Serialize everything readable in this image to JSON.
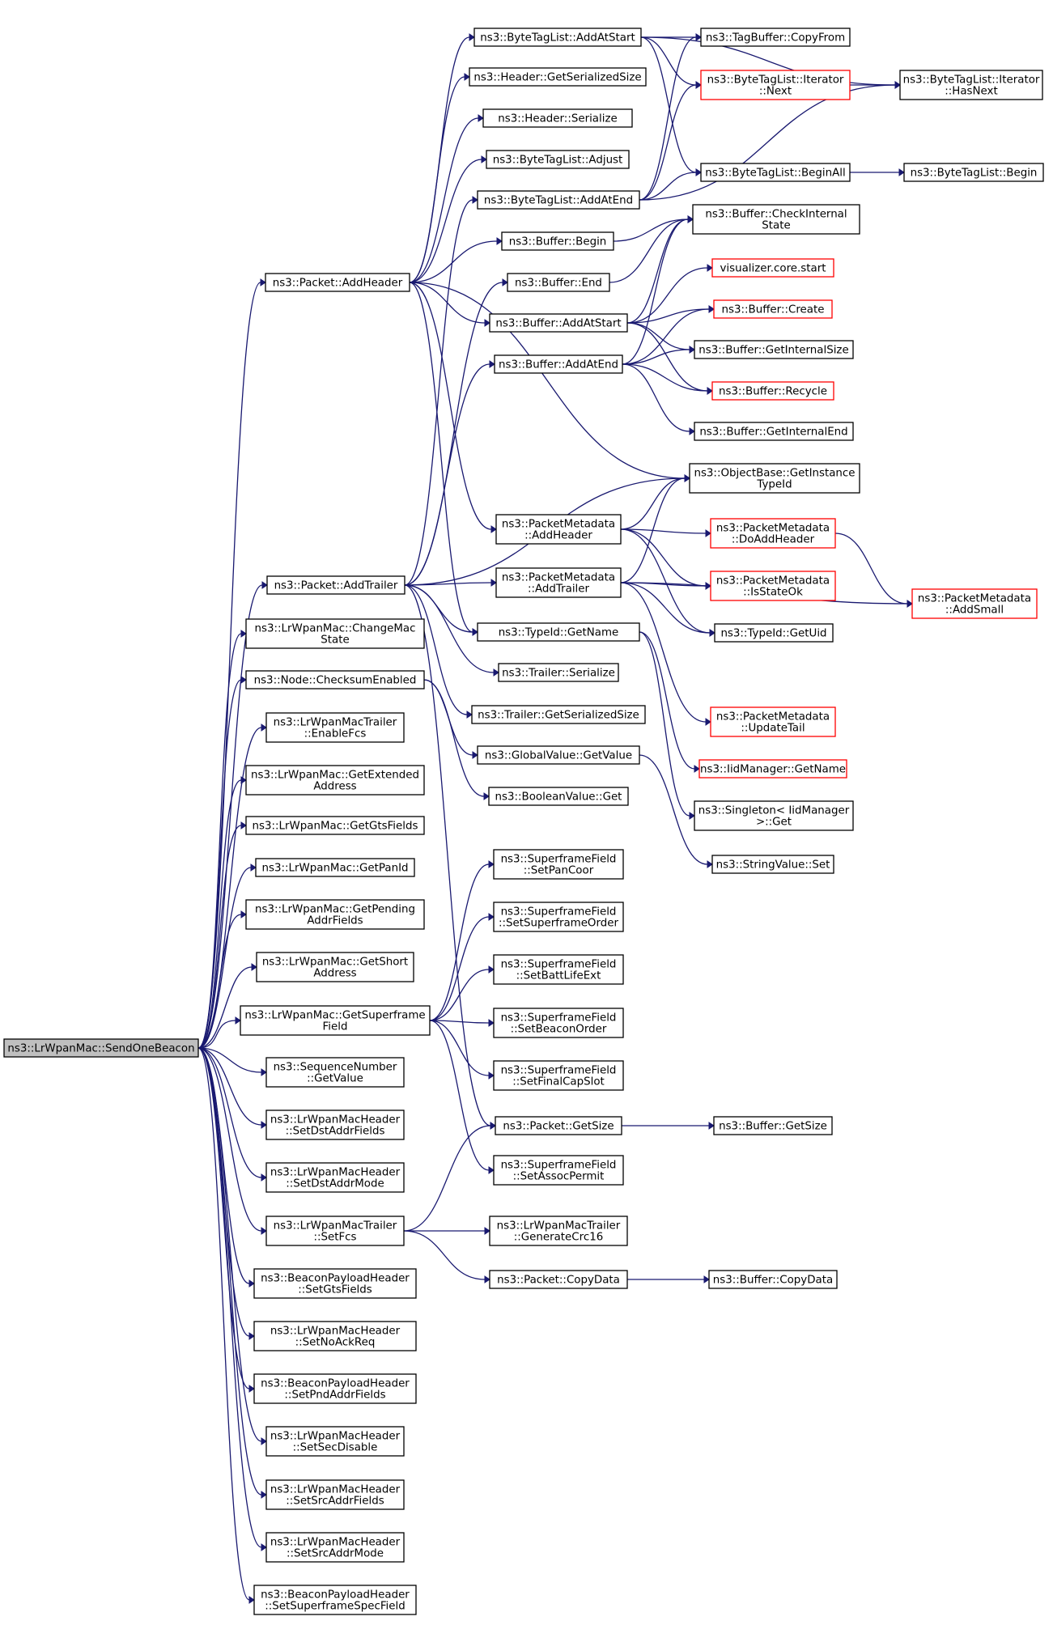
{
  "graph": {
    "edge_color": "#191970",
    "highlight_border": "#ff0000",
    "root_fill": "#bfbfbf",
    "nodes": [
      {
        "id": "root",
        "lines": [
          "ns3::LrWpanMac::SendOneBeacon"
        ],
        "style": "root",
        "interactable": false
      },
      {
        "id": "addheader",
        "lines": [
          "ns3::Packet::AddHeader"
        ],
        "style": "normal",
        "interactable": true
      },
      {
        "id": "addtrailer",
        "lines": [
          "ns3::Packet::AddTrailer"
        ],
        "style": "normal",
        "interactable": true
      },
      {
        "id": "changemacstate",
        "lines": [
          "ns3::LrWpanMac::ChangeMac",
          "State"
        ],
        "style": "normal",
        "interactable": true
      },
      {
        "id": "checksumenabled",
        "lines": [
          "ns3::Node::ChecksumEnabled"
        ],
        "style": "normal",
        "interactable": true
      },
      {
        "id": "enablefcs",
        "lines": [
          "ns3::LrWpanMacTrailer",
          "::EnableFcs"
        ],
        "style": "normal",
        "interactable": true
      },
      {
        "id": "getextendedaddress",
        "lines": [
          "ns3::LrWpanMac::GetExtended",
          "Address"
        ],
        "style": "normal",
        "interactable": true
      },
      {
        "id": "getgtsfields",
        "lines": [
          "ns3::LrWpanMac::GetGtsFields"
        ],
        "style": "normal",
        "interactable": true
      },
      {
        "id": "getpanid",
        "lines": [
          "ns3::LrWpanMac::GetPanId"
        ],
        "style": "normal",
        "interactable": true
      },
      {
        "id": "getpendingaddrfields",
        "lines": [
          "ns3::LrWpanMac::GetPending",
          "AddrFields"
        ],
        "style": "normal",
        "interactable": true
      },
      {
        "id": "getshortaddress",
        "lines": [
          "ns3::LrWpanMac::GetShort",
          "Address"
        ],
        "style": "normal",
        "interactable": true
      },
      {
        "id": "getsuperframefield",
        "lines": [
          "ns3::LrWpanMac::GetSuperframe",
          "Field"
        ],
        "style": "normal",
        "interactable": true
      },
      {
        "id": "seqgetvalue",
        "lines": [
          "ns3::SequenceNumber",
          "::GetValue"
        ],
        "style": "normal",
        "interactable": true
      },
      {
        "id": "setdstaddrfields",
        "lines": [
          "ns3::LrWpanMacHeader",
          "::SetDstAddrFields"
        ],
        "style": "normal",
        "interactable": true
      },
      {
        "id": "setdstaddrmode",
        "lines": [
          "ns3::LrWpanMacHeader",
          "::SetDstAddrMode"
        ],
        "style": "normal",
        "interactable": true
      },
      {
        "id": "setfcs",
        "lines": [
          "ns3::LrWpanMacTrailer",
          "::SetFcs"
        ],
        "style": "normal",
        "interactable": true
      },
      {
        "id": "setgtsfields",
        "lines": [
          "ns3::BeaconPayloadHeader",
          "::SetGtsFields"
        ],
        "style": "normal",
        "interactable": true
      },
      {
        "id": "setnoackreq",
        "lines": [
          "ns3::LrWpanMacHeader",
          "::SetNoAckReq"
        ],
        "style": "normal",
        "interactable": true
      },
      {
        "id": "setpndaddrfields",
        "lines": [
          "ns3::BeaconPayloadHeader",
          "::SetPndAddrFields"
        ],
        "style": "normal",
        "interactable": true
      },
      {
        "id": "setsecdisable",
        "lines": [
          "ns3::LrWpanMacHeader",
          "::SetSecDisable"
        ],
        "style": "normal",
        "interactable": true
      },
      {
        "id": "setsrcaddrfields",
        "lines": [
          "ns3::LrWpanMacHeader",
          "::SetSrcAddrFields"
        ],
        "style": "normal",
        "interactable": true
      },
      {
        "id": "setsrcaddrmode",
        "lines": [
          "ns3::LrWpanMacHeader",
          "::SetSrcAddrMode"
        ],
        "style": "normal",
        "interactable": true
      },
      {
        "id": "setsuperframespecfield",
        "lines": [
          "ns3::BeaconPayloadHeader",
          "::SetSuperframeSpecField"
        ],
        "style": "normal",
        "interactable": true
      },
      {
        "id": "btl_addatstart",
        "lines": [
          "ns3::ByteTagList::AddAtStart"
        ],
        "style": "normal",
        "interactable": true
      },
      {
        "id": "hdr_getserializedsize",
        "lines": [
          "ns3::Header::GetSerializedSize"
        ],
        "style": "normal",
        "interactable": true
      },
      {
        "id": "hdr_serialize",
        "lines": [
          "ns3::Header::Serialize"
        ],
        "style": "normal",
        "interactable": true
      },
      {
        "id": "btl_adjust",
        "lines": [
          "ns3::ByteTagList::Adjust"
        ],
        "style": "normal",
        "interactable": true
      },
      {
        "id": "btl_addatend",
        "lines": [
          "ns3::ByteTagList::AddAtEnd"
        ],
        "style": "normal",
        "interactable": true
      },
      {
        "id": "buf_begin",
        "lines": [
          "ns3::Buffer::Begin"
        ],
        "style": "normal",
        "interactable": true
      },
      {
        "id": "buf_end",
        "lines": [
          "ns3::Buffer::End"
        ],
        "style": "normal",
        "interactable": true
      },
      {
        "id": "buf_addatstart",
        "lines": [
          "ns3::Buffer::AddAtStart"
        ],
        "style": "normal",
        "interactable": true
      },
      {
        "id": "buf_addatend",
        "lines": [
          "ns3::Buffer::AddAtEnd"
        ],
        "style": "normal",
        "interactable": true
      },
      {
        "id": "pm_addheader",
        "lines": [
          "ns3::PacketMetadata",
          "::AddHeader"
        ],
        "style": "normal",
        "interactable": true
      },
      {
        "id": "pm_addtrailer",
        "lines": [
          "ns3::PacketMetadata",
          "::AddTrailer"
        ],
        "style": "normal",
        "interactable": true
      },
      {
        "id": "typeid_getname",
        "lines": [
          "ns3::TypeId::GetName"
        ],
        "style": "normal",
        "interactable": true
      },
      {
        "id": "trl_serialize",
        "lines": [
          "ns3::Trailer::Serialize"
        ],
        "style": "normal",
        "interactable": true
      },
      {
        "id": "trl_getserializedsize",
        "lines": [
          "ns3::Trailer::GetSerializedSize"
        ],
        "style": "normal",
        "interactable": true
      },
      {
        "id": "gv_getvalue",
        "lines": [
          "ns3::GlobalValue::GetValue"
        ],
        "style": "normal",
        "interactable": true
      },
      {
        "id": "bool_get",
        "lines": [
          "ns3::BooleanValue::Get"
        ],
        "style": "normal",
        "interactable": true
      },
      {
        "id": "sf_setpancoor",
        "lines": [
          "ns3::SuperframeField",
          "::SetPanCoor"
        ],
        "style": "normal",
        "interactable": true
      },
      {
        "id": "sf_setsuperframeorder",
        "lines": [
          "ns3::SuperframeField",
          "::SetSuperframeOrder"
        ],
        "style": "normal",
        "interactable": true
      },
      {
        "id": "sf_setbattlifeext",
        "lines": [
          "ns3::SuperframeField",
          "::SetBattLifeExt"
        ],
        "style": "normal",
        "interactable": true
      },
      {
        "id": "sf_setbeaconorder",
        "lines": [
          "ns3::SuperframeField",
          "::SetBeaconOrder"
        ],
        "style": "normal",
        "interactable": true
      },
      {
        "id": "sf_setfinalcapslot",
        "lines": [
          "ns3::SuperframeField",
          "::SetFinalCapSlot"
        ],
        "style": "normal",
        "interactable": true
      },
      {
        "id": "pkt_getsize",
        "lines": [
          "ns3::Packet::GetSize"
        ],
        "style": "normal",
        "interactable": true
      },
      {
        "id": "sf_setassocpermit",
        "lines": [
          "ns3::SuperframeField",
          "::SetAssocPermit"
        ],
        "style": "normal",
        "interactable": true
      },
      {
        "id": "trl_generatecrc16",
        "lines": [
          "ns3::LrWpanMacTrailer",
          "::GenerateCrc16"
        ],
        "style": "normal",
        "interactable": true
      },
      {
        "id": "pkt_copydata",
        "lines": [
          "ns3::Packet::CopyData"
        ],
        "style": "normal",
        "interactable": true
      },
      {
        "id": "tagbuf_copyfrom",
        "lines": [
          "ns3::TagBuffer::CopyFrom"
        ],
        "style": "normal",
        "interactable": true
      },
      {
        "id": "btli_next",
        "lines": [
          "ns3::ByteTagList::Iterator",
          "::Next"
        ],
        "style": "red",
        "interactable": true
      },
      {
        "id": "btli_hasnext",
        "lines": [
          "ns3::ByteTagList::Iterator",
          "::HasNext"
        ],
        "style": "normal",
        "interactable": true
      },
      {
        "id": "btl_beginall",
        "lines": [
          "ns3::ByteTagList::BeginAll"
        ],
        "style": "normal",
        "interactable": true
      },
      {
        "id": "btl_begin",
        "lines": [
          "ns3::ByteTagList::Begin"
        ],
        "style": "normal",
        "interactable": true
      },
      {
        "id": "buf_checkinternalstate",
        "lines": [
          "ns3::Buffer::CheckInternal",
          "State"
        ],
        "style": "normal",
        "interactable": true
      },
      {
        "id": "vis_start",
        "lines": [
          "visualizer.core.start"
        ],
        "style": "red",
        "interactable": true
      },
      {
        "id": "buf_create",
        "lines": [
          "ns3::Buffer::Create"
        ],
        "style": "red",
        "interactable": true
      },
      {
        "id": "buf_getinternalsize",
        "lines": [
          "ns3::Buffer::GetInternalSize"
        ],
        "style": "normal",
        "interactable": true
      },
      {
        "id": "buf_recycle",
        "lines": [
          "ns3::Buffer::Recycle"
        ],
        "style": "red",
        "interactable": true
      },
      {
        "id": "buf_getinternalend",
        "lines": [
          "ns3::Buffer::GetInternalEnd"
        ],
        "style": "normal",
        "interactable": true
      },
      {
        "id": "ob_getinstancetypeid",
        "lines": [
          "ns3::ObjectBase::GetInstance",
          "TypeId"
        ],
        "style": "normal",
        "interactable": true
      },
      {
        "id": "pm_doaddheader",
        "lines": [
          "ns3::PacketMetadata",
          "::DoAddHeader"
        ],
        "style": "red",
        "interactable": true
      },
      {
        "id": "pm_isstateok",
        "lines": [
          "ns3::PacketMetadata",
          "::IsStateOk"
        ],
        "style": "red",
        "interactable": true
      },
      {
        "id": "typeid_getuid",
        "lines": [
          "ns3::TypeId::GetUid"
        ],
        "style": "normal",
        "interactable": true
      },
      {
        "id": "pm_updatetail",
        "lines": [
          "ns3::PacketMetadata",
          "::UpdateTail"
        ],
        "style": "red",
        "interactable": true
      },
      {
        "id": "iid_getname",
        "lines": [
          "ns3::IidManager::GetName"
        ],
        "style": "red",
        "interactable": true
      },
      {
        "id": "singleton_get",
        "lines": [
          "ns3::Singleton< IidManager",
          ">::Get"
        ],
        "style": "normal",
        "interactable": true
      },
      {
        "id": "sv_set",
        "lines": [
          "ns3::StringValue::Set"
        ],
        "style": "normal",
        "interactable": true
      },
      {
        "id": "pm_addsmall",
        "lines": [
          "ns3::PacketMetadata",
          "::AddSmall"
        ],
        "style": "red",
        "interactable": true
      },
      {
        "id": "buf_getsize",
        "lines": [
          "ns3::Buffer::GetSize"
        ],
        "style": "normal",
        "interactable": true
      },
      {
        "id": "buf_copydata",
        "lines": [
          "ns3::Buffer::CopyData"
        ],
        "style": "normal",
        "interactable": true
      }
    ],
    "edges": [
      [
        "root",
        "addheader"
      ],
      [
        "root",
        "addtrailer"
      ],
      [
        "root",
        "changemacstate"
      ],
      [
        "root",
        "checksumenabled"
      ],
      [
        "root",
        "enablefcs"
      ],
      [
        "root",
        "getextendedaddress"
      ],
      [
        "root",
        "getgtsfields"
      ],
      [
        "root",
        "getpanid"
      ],
      [
        "root",
        "getpendingaddrfields"
      ],
      [
        "root",
        "getshortaddress"
      ],
      [
        "root",
        "getsuperframefield"
      ],
      [
        "root",
        "seqgetvalue"
      ],
      [
        "root",
        "setdstaddrfields"
      ],
      [
        "root",
        "setdstaddrmode"
      ],
      [
        "root",
        "setfcs"
      ],
      [
        "root",
        "setgtsfields"
      ],
      [
        "root",
        "setnoackreq"
      ],
      [
        "root",
        "setpndaddrfields"
      ],
      [
        "root",
        "setsecdisable"
      ],
      [
        "root",
        "setsrcaddrfields"
      ],
      [
        "root",
        "setsrcaddrmode"
      ],
      [
        "root",
        "setsuperframespecfield"
      ],
      [
        "addheader",
        "btl_addatstart"
      ],
      [
        "addheader",
        "hdr_getserializedsize"
      ],
      [
        "addheader",
        "hdr_serialize"
      ],
      [
        "addheader",
        "btl_adjust"
      ],
      [
        "addheader",
        "buf_begin"
      ],
      [
        "addheader",
        "buf_addatstart"
      ],
      [
        "addheader",
        "ob_getinstancetypeid"
      ],
      [
        "addheader",
        "pm_addheader"
      ],
      [
        "addheader",
        "typeid_getname"
      ],
      [
        "addtrailer",
        "btl_addatend"
      ],
      [
        "addtrailer",
        "buf_end"
      ],
      [
        "addtrailer",
        "buf_addatend"
      ],
      [
        "addtrailer",
        "ob_getinstancetypeid"
      ],
      [
        "addtrailer",
        "pm_addtrailer"
      ],
      [
        "addtrailer",
        "typeid_getname"
      ],
      [
        "addtrailer",
        "trl_serialize"
      ],
      [
        "addtrailer",
        "trl_getserializedsize"
      ],
      [
        "addtrailer",
        "pkt_getsize"
      ],
      [
        "checksumenabled",
        "gv_getvalue"
      ],
      [
        "checksumenabled",
        "bool_get"
      ],
      [
        "getsuperframefield",
        "sf_setpancoor"
      ],
      [
        "getsuperframefield",
        "sf_setsuperframeorder"
      ],
      [
        "getsuperframefield",
        "sf_setbattlifeext"
      ],
      [
        "getsuperframefield",
        "sf_setbeaconorder"
      ],
      [
        "getsuperframefield",
        "sf_setfinalcapslot"
      ],
      [
        "getsuperframefield",
        "sf_setassocpermit"
      ],
      [
        "setfcs",
        "pkt_getsize"
      ],
      [
        "setfcs",
        "trl_generatecrc16"
      ],
      [
        "setfcs",
        "pkt_copydata"
      ],
      [
        "btl_addatstart",
        "tagbuf_copyfrom"
      ],
      [
        "btl_addatstart",
        "btli_next"
      ],
      [
        "btl_addatstart",
        "btli_hasnext"
      ],
      [
        "btl_addatstart",
        "btl_beginall"
      ],
      [
        "btl_addatend",
        "tagbuf_copyfrom"
      ],
      [
        "btl_addatend",
        "btli_next"
      ],
      [
        "btl_addatend",
        "btli_hasnext"
      ],
      [
        "btl_addatend",
        "btl_beginall"
      ],
      [
        "btli_next",
        "btli_hasnext"
      ],
      [
        "btl_beginall",
        "btl_begin"
      ],
      [
        "buf_begin",
        "buf_checkinternalstate"
      ],
      [
        "buf_end",
        "buf_checkinternalstate"
      ],
      [
        "buf_addatstart",
        "buf_checkinternalstate"
      ],
      [
        "buf_addatstart",
        "vis_start"
      ],
      [
        "buf_addatstart",
        "buf_create"
      ],
      [
        "buf_addatstart",
        "buf_getinternalsize"
      ],
      [
        "buf_addatstart",
        "buf_recycle"
      ],
      [
        "buf_addatend",
        "buf_checkinternalstate"
      ],
      [
        "buf_addatend",
        "buf_create"
      ],
      [
        "buf_addatend",
        "buf_getinternalsize"
      ],
      [
        "buf_addatend",
        "buf_recycle"
      ],
      [
        "buf_addatend",
        "buf_getinternalend"
      ],
      [
        "pm_addheader",
        "ob_getinstancetypeid"
      ],
      [
        "pm_addheader",
        "pm_doaddheader"
      ],
      [
        "pm_addheader",
        "pm_isstateok"
      ],
      [
        "pm_addheader",
        "typeid_getuid"
      ],
      [
        "pm_addtrailer",
        "ob_getinstancetypeid"
      ],
      [
        "pm_addtrailer",
        "pm_isstateok"
      ],
      [
        "pm_addtrailer",
        "typeid_getuid"
      ],
      [
        "pm_addtrailer",
        "pm_addsmall"
      ],
      [
        "pm_addtrailer",
        "pm_updatetail"
      ],
      [
        "pm_doaddheader",
        "pm_addsmall"
      ],
      [
        "typeid_getname",
        "iid_getname"
      ],
      [
        "typeid_getname",
        "singleton_get"
      ],
      [
        "gv_getvalue",
        "sv_set"
      ],
      [
        "pkt_getsize",
        "buf_getsize"
      ],
      [
        "pkt_copydata",
        "buf_copydata"
      ]
    ]
  }
}
